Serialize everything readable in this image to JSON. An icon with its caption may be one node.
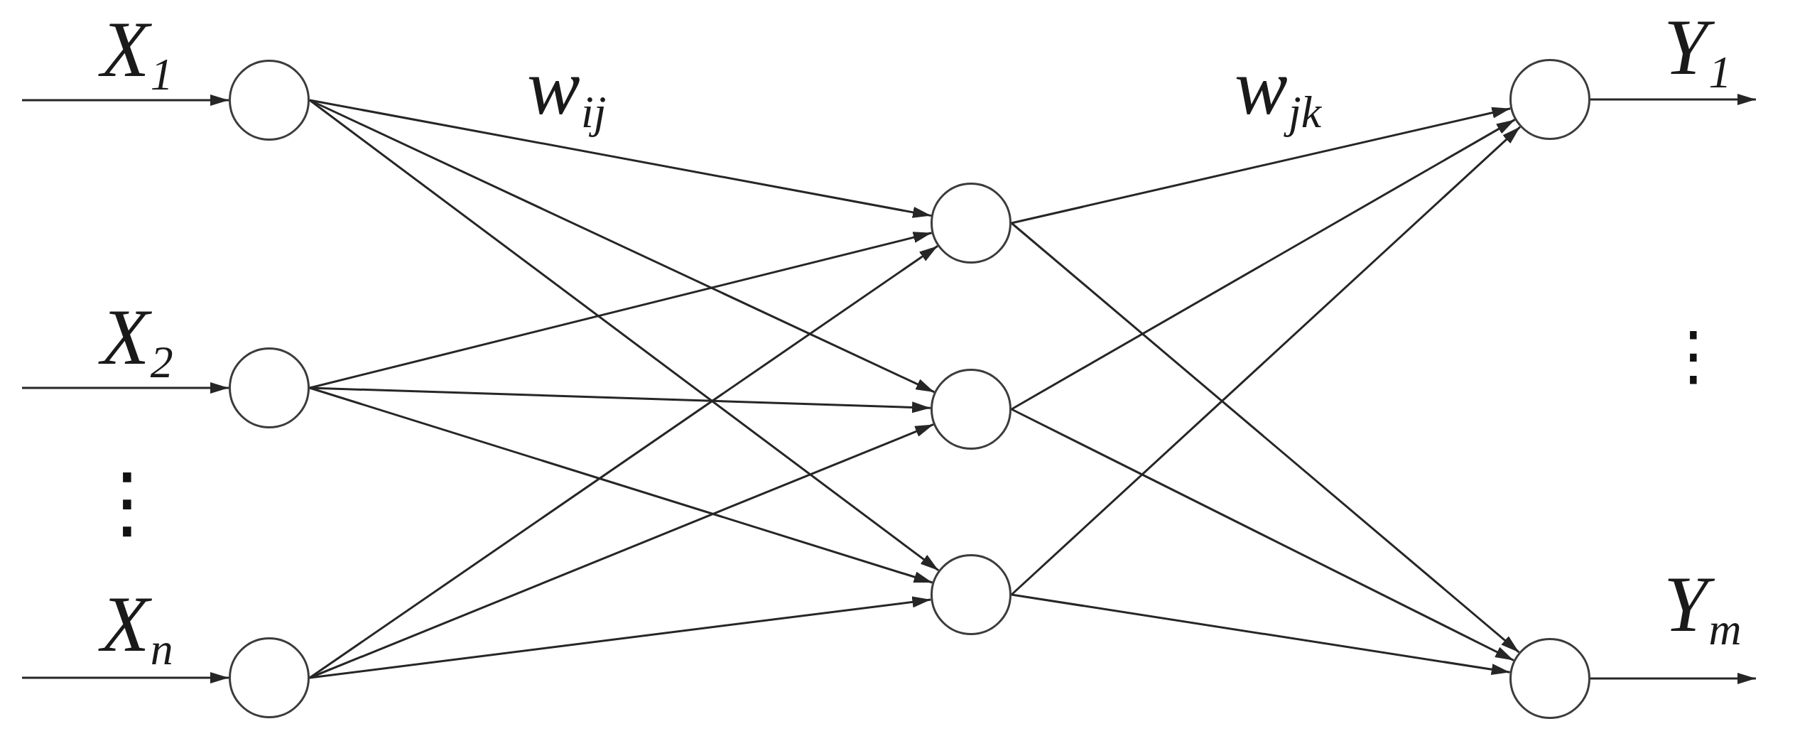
{
  "diagram": {
    "nodes": [
      {
        "text": [],
        "shape": "circle"
      },
      {
        "text": [],
        "shape": "circle"
      },
      {
        "text": [],
        "shape": "circle"
      },
      {
        "text": [],
        "shape": "circle"
      },
      {
        "text": [],
        "shape": "circle"
      },
      {
        "text": [],
        "shape": "circle"
      },
      {
        "text": [],
        "shape": "circle"
      },
      {
        "text": [],
        "shape": "circle"
      }
    ],
    "edges": [
      {
        "from": null,
        "to": 0,
        "arrow": "to",
        "label": "X$_{1}$"
      },
      {
        "from": null,
        "to": 1,
        "arrow": "to",
        "label": "X$_{2}$"
      },
      {
        "from": null,
        "to": 2,
        "arrow": "to",
        "label": "X$_{n}$"
      },
      {
        "from": 0,
        "to": 3,
        "arrow": "to"
      },
      {
        "from": 0,
        "to": 4,
        "arrow": "to"
      },
      {
        "from": 0,
        "to": 5,
        "arrow": "to"
      },
      {
        "from": 1,
        "to": 3,
        "arrow": "to"
      },
      {
        "from": 1,
        "to": 4,
        "arrow": "to"
      },
      {
        "from": 1,
        "to": 5,
        "arrow": "to"
      },
      {
        "from": 2,
        "to": 3,
        "arrow": "to"
      },
      {
        "from": 2,
        "to": 4,
        "arrow": "to"
      },
      {
        "from": 2,
        "to": 5,
        "arrow": "to"
      },
      {
        "from": 3,
        "to": 6,
        "arrow": "to"
      },
      {
        "from": 3,
        "to": 7,
        "arrow": "to"
      },
      {
        "from": 4,
        "to": 6,
        "arrow": "to"
      },
      {
        "from": 4,
        "to": 7,
        "arrow": "to"
      },
      {
        "from": 5,
        "to": 6,
        "arrow": "to"
      },
      {
        "from": 5,
        "to": 7,
        "arrow": "to"
      },
      {
        "from": 6,
        "to": null,
        "arrow": "to",
        "label": "Y$_{1}$"
      },
      {
        "from": 7,
        "to": null,
        "arrow": "to",
        "label": "Y$_{m}$"
      }
    ],
    "labels": [
      "w$_{ij}$",
      "w$_{jk}$",
      "⋮",
      "⋮"
    ]
  }
}
